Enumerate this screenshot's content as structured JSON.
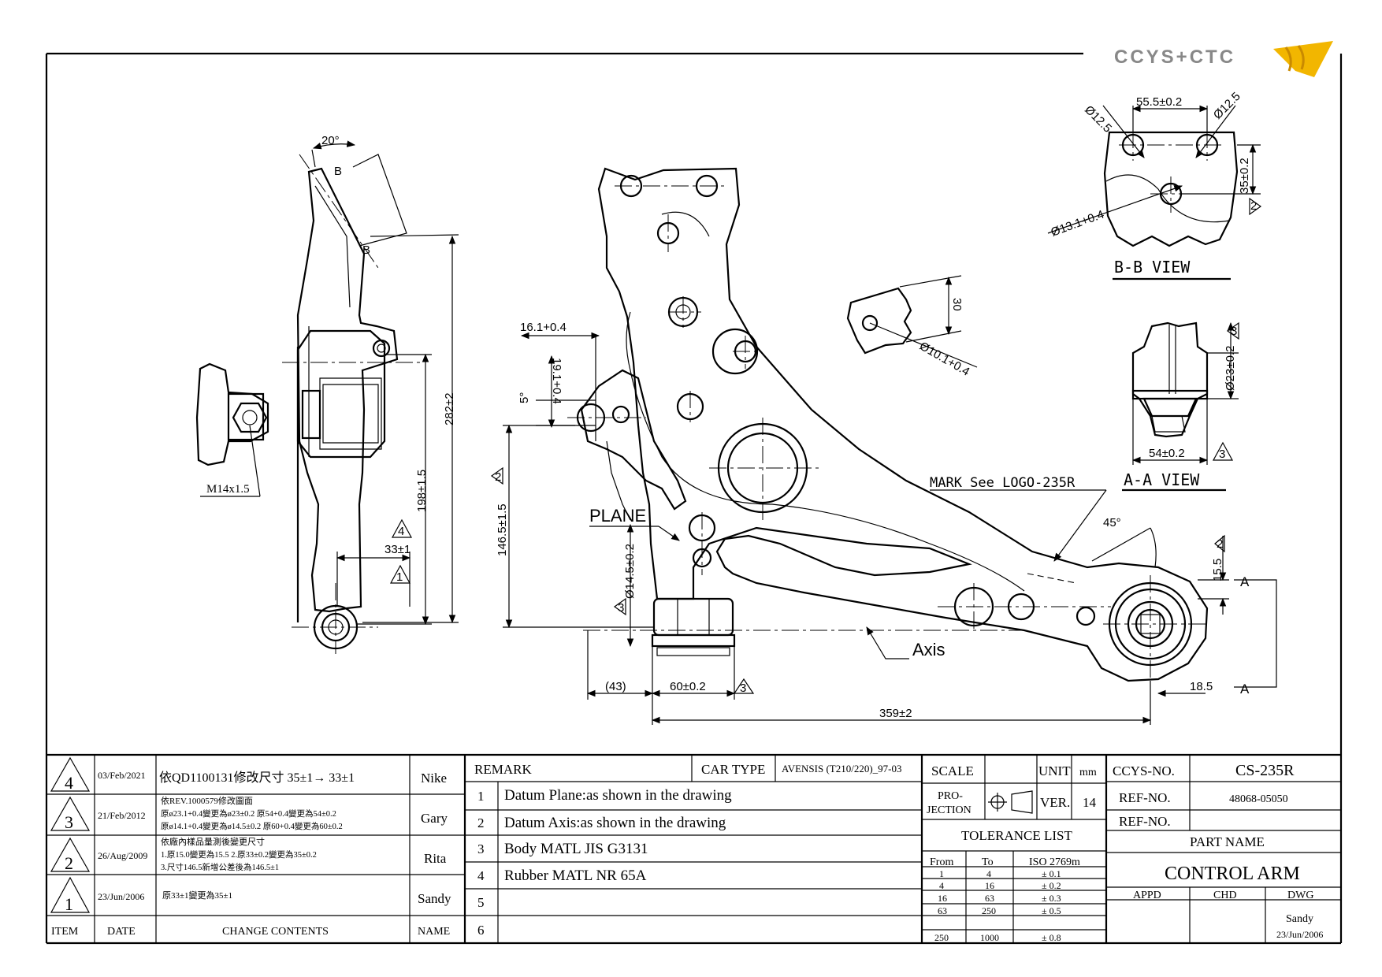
{
  "logo": {
    "text": "CCYS+CTC",
    "accent_color": "#f2b600",
    "text_color": "#888888"
  },
  "views": {
    "bb_view": {
      "title": "B-B VIEW",
      "dims": {
        "hole_left": "Ø12.5",
        "hole_right": "Ø12.5",
        "spacing": "55.5±0.2",
        "height": "35±0.2",
        "height_mark": "2",
        "bore": "Ø13.1+0.4"
      }
    },
    "aa_view": {
      "title": "A-A VIEW",
      "dims": {
        "dia": "Ø23±0.2",
        "dia_mark": "3",
        "width": "54±0.2",
        "width_mark": "3"
      }
    },
    "side_view": {
      "dims": {
        "angle": "20°",
        "section_b1": "B",
        "section_b2": "B",
        "overall": "282±2",
        "height": "198±1.5",
        "offset": "33±1",
        "offset_mark": "4",
        "mark1": "1",
        "thread": "M14x1.5"
      }
    },
    "main_view": {
      "labels": {
        "plane": "PLANE",
        "axis": "Axis",
        "mark_logo": "MARK See LOGO-235R",
        "section_a_top": "A",
        "section_a_bottom": "A"
      },
      "dims": {
        "d161": "16.1+0.4",
        "d191": "19.1+0.4",
        "angle5": "5°",
        "h1465": "146.5±1.5",
        "h1465_mark": "2",
        "bushing": "Ø14.5±0.2",
        "bushing_mark": "3",
        "d43": "(43)",
        "d60": "60±0.2",
        "d60_mark": "3",
        "overall": "359±2",
        "tab_h": "30",
        "tab_hole": "Ø10.1+0.4",
        "angle45": "45°",
        "d155": "15.5",
        "d155_mark": "2",
        "d185": "18.5"
      }
    }
  },
  "revisions": [
    {
      "num": "4",
      "date": "03/Feb/2021",
      "lines": [
        "依QD1100131修改尺寸 35±1→ 33±1"
      ],
      "name": "Nike"
    },
    {
      "num": "3",
      "date": "21/Feb/2012",
      "lines": [
        "依REV.1000579修改圖面",
        "原ø23.1+0.4變更為ø23±0.2   原54+0.4變更為54±0.2",
        "原ø14.1+0.4變更為ø14.5±0.2   原60+0.4變更為60±0.2"
      ],
      "name": "Gary"
    },
    {
      "num": "2",
      "date": "26/Aug/2009",
      "lines": [
        "依廠內樣品量測後變更尺寸",
        "1.原15.0變更為15.5   2.原33±0.2變更為35±0.2",
        "3.尺寸146.5新增公差後為146.5±1"
      ],
      "name": "Rita"
    },
    {
      "num": "1",
      "date": "23/Jun/2006",
      "lines": [
        "原33±1變更為35±1"
      ],
      "name": "Sandy"
    }
  ],
  "rev_headers": {
    "item": "ITEM",
    "date": "DATE",
    "change": "CHANGE CONTENTS",
    "name": "NAME"
  },
  "remarks": {
    "header": "REMARK",
    "items": [
      {
        "n": "1",
        "text": "Datum Plane:as shown in the drawing"
      },
      {
        "n": "2",
        "text": "Datum Axis:as shown in the drawing"
      },
      {
        "n": "3",
        "text": "Body MATL JIS G3131"
      },
      {
        "n": "4",
        "text": "Rubber MATL NR 65A"
      },
      {
        "n": "5",
        "text": ""
      },
      {
        "n": "6",
        "text": ""
      }
    ]
  },
  "car_type": {
    "label": "CAR TYPE",
    "value": "AVENSIS (T210/220)_97-03"
  },
  "scale": {
    "label": "SCALE",
    "value": ""
  },
  "unit": {
    "label": "UNIT",
    "value": "mm"
  },
  "projection": {
    "label_1": "PRO-",
    "label_2": "JECTION"
  },
  "version": {
    "label": "VER.",
    "value": "14"
  },
  "tolerance": {
    "title": "TOLERANCE LIST",
    "headers": [
      "From",
      "To",
      "ISO 2769m"
    ],
    "rows": [
      [
        "1",
        "4",
        "± 0.1"
      ],
      [
        "4",
        "16",
        "± 0.2"
      ],
      [
        "16",
        "63",
        "± 0.3"
      ],
      [
        "63",
        "250",
        "± 0.5"
      ],
      [
        "250",
        "1000",
        "± 0.8"
      ]
    ]
  },
  "ccys_no": {
    "label": "CCYS-NO.",
    "value": "CS-235R"
  },
  "ref_no_1": {
    "label": "REF-NO.",
    "value": "48068-05050"
  },
  "ref_no_2": {
    "label": "REF-NO.",
    "value": ""
  },
  "part_name": {
    "label": "PART NAME",
    "value": "CONTROL ARM"
  },
  "approvals": {
    "appd": "APPD",
    "chd": "CHD",
    "dwg": "DWG",
    "dwg_name": "Sandy",
    "dwg_date": "23/Jun/2006"
  }
}
